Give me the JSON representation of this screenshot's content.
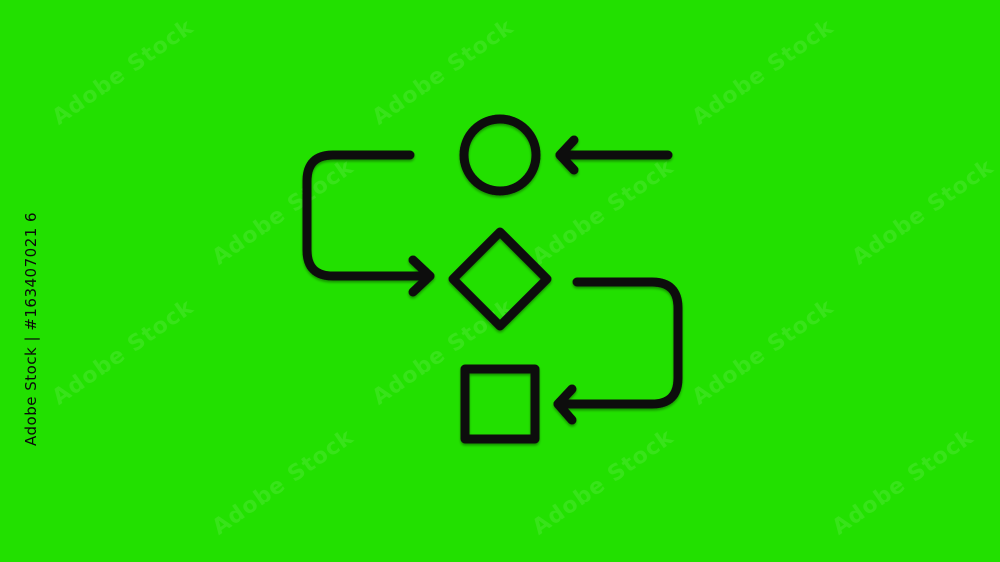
{
  "background_color": "#22e000",
  "stroke_color": "#0a0a0a",
  "stock_id": "Adobe Stock | #163407021 6",
  "watermark_text": "Adobe Stock",
  "diagram": {
    "nodes": [
      {
        "shape": "circle",
        "semantic": "start"
      },
      {
        "shape": "diamond",
        "semantic": "decision"
      },
      {
        "shape": "square",
        "semantic": "process"
      }
    ],
    "arrows": [
      {
        "from": "right",
        "to": "circle",
        "icon": "arrow-left-icon"
      },
      {
        "from": "left-loop",
        "to": "diamond",
        "icon": "arrow-right-icon"
      },
      {
        "from": "diamond",
        "to": "square",
        "icon": "arrow-left-icon"
      }
    ]
  }
}
